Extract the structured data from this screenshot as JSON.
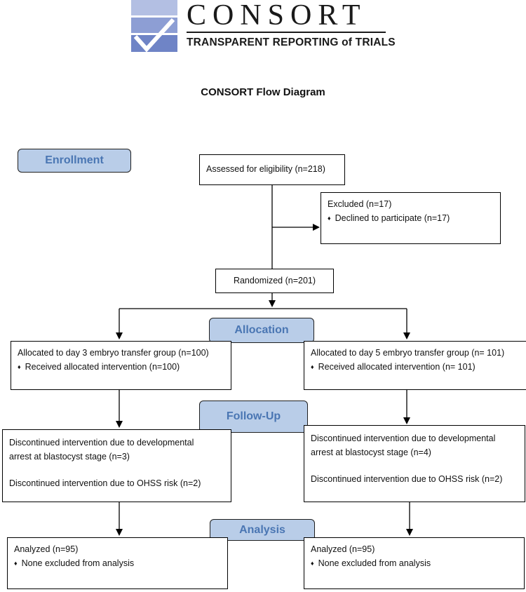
{
  "logo": {
    "wordmark": "CONSORT",
    "tagline": "TRANSPARENT REPORTING of TRIALS",
    "colors": {
      "blue_light": "#b3bfe3",
      "blue_mid": "#8d9ed4",
      "blue_dark": "#6f84c6"
    }
  },
  "title": "CONSORT Flow Diagram",
  "stages": {
    "enrollment": "Enrollment",
    "allocation": "Allocation",
    "follow_up": "Follow-Up",
    "analysis": "Analysis"
  },
  "boxes": {
    "assessed": "Assessed for eligibility (n=218)",
    "excluded": {
      "title": "Excluded (n=17)",
      "items": [
        "Declined to participate (n=17)"
      ]
    },
    "randomized": "Randomized (n=201)",
    "alloc_left": {
      "title": "Allocated to day 3 embryo transfer group (n=100)",
      "items": [
        "Received allocated intervention (n=100)"
      ]
    },
    "alloc_right": {
      "title": "Allocated to day 5 embryo transfer group (n= 101)",
      "items": [
        "Received allocated intervention (n= 101)"
      ]
    },
    "follow_left": {
      "lines": [
        "Discontinued intervention due to developmental",
        "arrest at blastocyst stage (n=3)"
      ],
      "second": "Discontinued intervention due to OHSS risk (n=2)"
    },
    "follow_right": {
      "lines": [
        "Discontinued intervention due to developmental",
        "arrest at blastocyst stage (n=4)"
      ],
      "second": "Discontinued intervention due to OHSS risk (n=2)"
    },
    "analysis_left": {
      "title": "Analyzed (n=95)",
      "items": [
        "None excluded from analysis"
      ]
    },
    "analysis_right": {
      "title": "Analyzed (n=95)",
      "items": [
        "None excluded from analysis"
      ]
    }
  },
  "bullet_glyph": "♦",
  "stage_colors": {
    "fill": "#b9cde8",
    "text": "#4a76b3"
  }
}
